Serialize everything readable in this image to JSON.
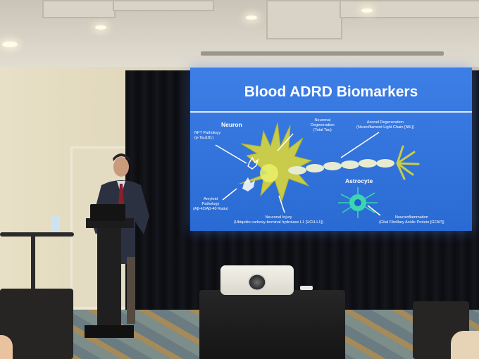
{
  "slide": {
    "title": "Blood ADRD Biomarkers",
    "labels": {
      "neuron": "Neuron",
      "astrocyte": "Astrocyte",
      "nft_line1": "NFT Pathology",
      "nft_line2": "(p-Tau181)",
      "neuronal_deg_line1": "Neuronal",
      "neuronal_deg_line2": "Degeneration",
      "neuronal_deg_line3": "(Total Tau)",
      "axonal_line1": "Axonal Degeneration",
      "axonal_line2": "(Neurofilament Light Chain [NfL])",
      "amyloid_line1": "Amyloid",
      "amyloid_line2": "Pathology",
      "amyloid_line3": "(Aβ-42/Aβ-40 Ratio)",
      "injury_line1": "Neuronal Injury",
      "injury_line2": "(Ubiquitin carboxy-terminal hydrolase L1 [UCH-L1])",
      "neuroinflam_line1": "Neuroinflammation",
      "neuroinflam_line2": "(Glial Fibrillary Acidic Protein [GFAP])"
    }
  },
  "colors": {
    "slide_bg": "#2f72dc",
    "neuron": "#c9cc4a",
    "astrocyte": "#3bd6b0",
    "curtain": "#0f1015"
  }
}
